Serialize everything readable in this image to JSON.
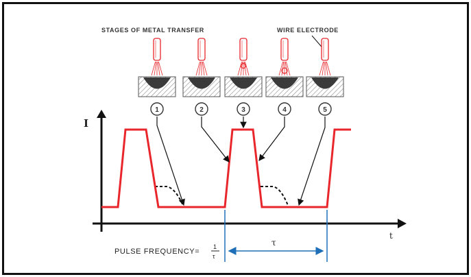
{
  "labels": {
    "stages": "STAGES OF METAL TRANSFER",
    "wire": "WIRE ELECTRODE",
    "y_axis": "I",
    "x_axis": "t",
    "pulse_frequency": "PULSE FREQUENCY=",
    "frac_num": "1",
    "frac_den": "τ",
    "period": "τ"
  },
  "stages": [
    "1",
    "2",
    "3",
    "4",
    "5"
  ],
  "colors": {
    "pulse": "#e8262b",
    "electrode": "#e8262b",
    "period_arrow": "#1e6fb8",
    "axis": "#111111"
  }
}
